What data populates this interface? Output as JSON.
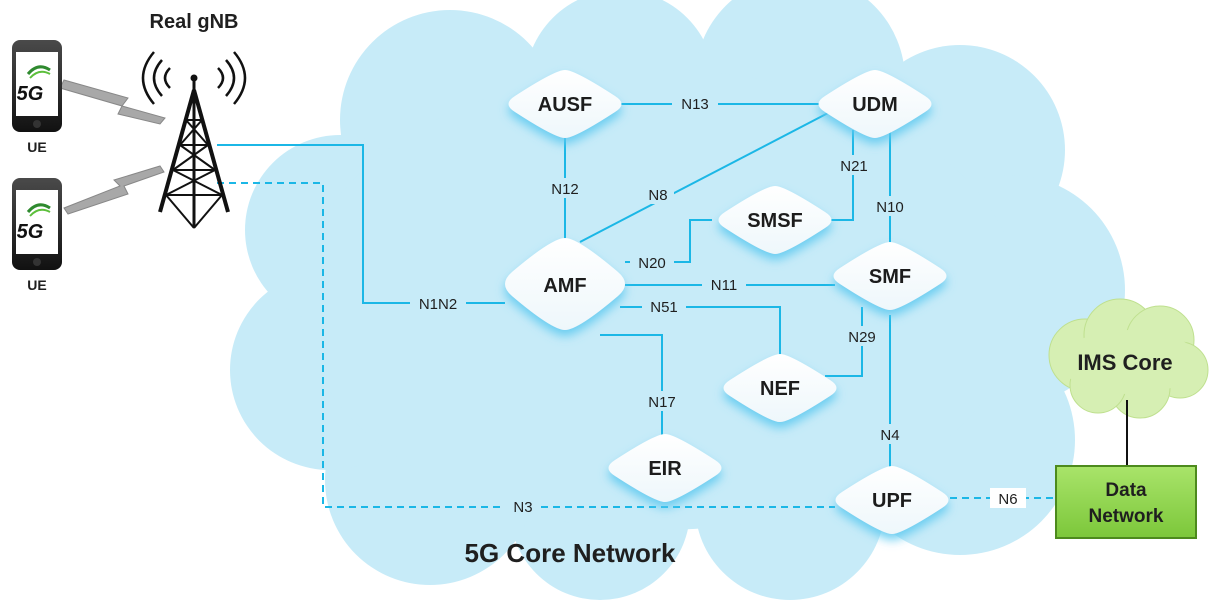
{
  "diagram": {
    "title": "5G Core Network",
    "gnb_label": "Real gNB",
    "ue_devices": [
      {
        "label": "UE",
        "screen_text": "5G"
      },
      {
        "label": "UE",
        "screen_text": "5G"
      }
    ],
    "ims": {
      "label": "IMS Core"
    },
    "data_network": {
      "line1": "Data",
      "line2": "Network"
    },
    "nodes": [
      {
        "id": "AUSF",
        "label": "AUSF"
      },
      {
        "id": "UDM",
        "label": "UDM"
      },
      {
        "id": "SMSF",
        "label": "SMSF"
      },
      {
        "id": "AMF",
        "label": "AMF"
      },
      {
        "id": "SMF",
        "label": "SMF"
      },
      {
        "id": "NEF",
        "label": "NEF"
      },
      {
        "id": "EIR",
        "label": "EIR"
      },
      {
        "id": "UPF",
        "label": "UPF"
      }
    ],
    "links": [
      {
        "id": "n13",
        "label": "N13",
        "from": "AUSF",
        "to": "UDM"
      },
      {
        "id": "n12",
        "label": "N12",
        "from": "AUSF",
        "to": "AMF"
      },
      {
        "id": "n8",
        "label": "N8",
        "from": "AMF",
        "to": "UDM"
      },
      {
        "id": "n21",
        "label": "N21",
        "from": "UDM",
        "to": "SMSF"
      },
      {
        "id": "n10",
        "label": "N10",
        "from": "UDM",
        "to": "SMF"
      },
      {
        "id": "n20",
        "label": "N20",
        "from": "AMF",
        "to": "SMSF"
      },
      {
        "id": "n11",
        "label": "N11",
        "from": "AMF",
        "to": "SMF"
      },
      {
        "id": "n51",
        "label": "N51",
        "from": "AMF",
        "to": "NEF"
      },
      {
        "id": "n29",
        "label": "N29",
        "from": "SMF",
        "to": "NEF"
      },
      {
        "id": "n17",
        "label": "N17",
        "from": "AMF",
        "to": "EIR"
      },
      {
        "id": "n4",
        "label": "N4",
        "from": "SMF",
        "to": "UPF"
      },
      {
        "id": "n1n2",
        "label": "N1N2",
        "from": "gNB",
        "to": "AMF"
      },
      {
        "id": "n3",
        "label": "N3",
        "from": "gNB",
        "to": "UPF"
      },
      {
        "id": "n6",
        "label": "N6",
        "from": "UPF",
        "to": "Data Network"
      }
    ],
    "colors": {
      "cloud": "#c7ebf8",
      "link": "#1bb7e6",
      "node_fill": "#ffffff",
      "node_glow": "#7fd6f2",
      "ims_cloud": "#d6efb3",
      "data_network": "#93d851",
      "data_network_border": "#4d8a1d"
    }
  }
}
